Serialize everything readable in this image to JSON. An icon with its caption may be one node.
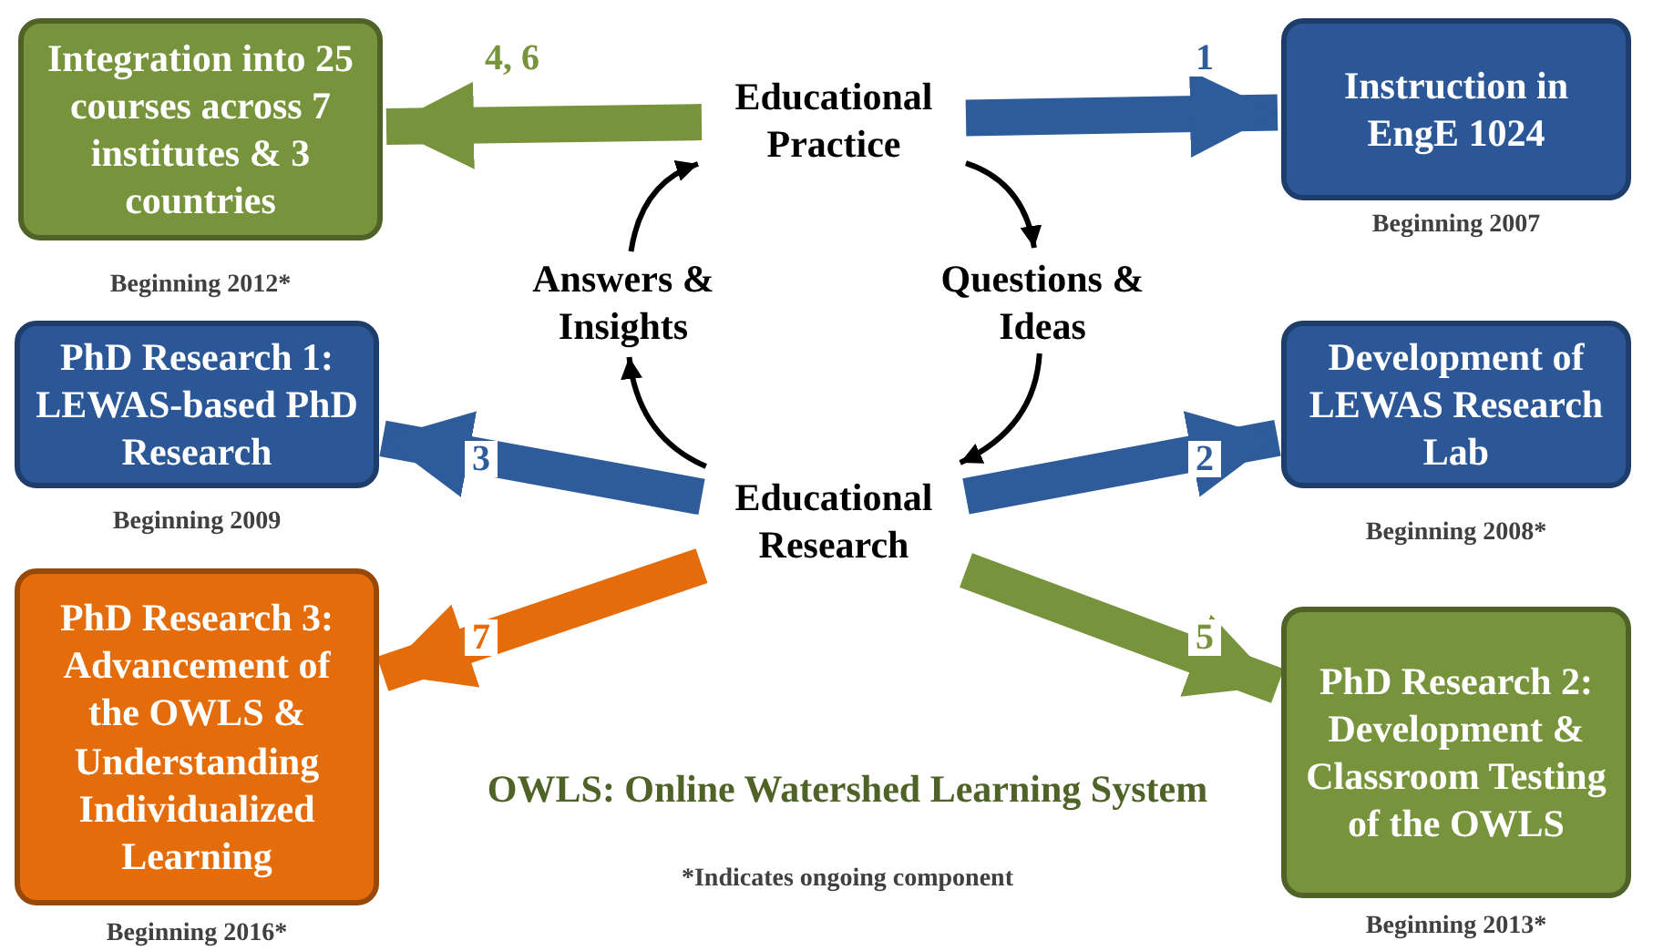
{
  "diagram": {
    "nodes": [
      {
        "text": [
          "Integration into 25 courses across 7 institutes & 3 countries"
        ],
        "beside": [
          "Beginning 2012*"
        ]
      },
      {
        "text": [
          "Educational Practice"
        ]
      },
      {
        "text": [
          "Instruction in EngE 1024"
        ],
        "beside": [
          "Beginning 2007"
        ]
      },
      {
        "text": [
          "Answers & Insights"
        ]
      },
      {
        "text": [
          "Questions & Ideas"
        ]
      },
      {
        "text": [
          "PhD Research 1: LEWAS-based PhD Research"
        ],
        "beside": [
          "Beginning 2009"
        ]
      },
      {
        "text": [
          "Development of LEWAS Research Lab"
        ],
        "beside": [
          "Beginning 2008*"
        ]
      },
      {
        "text": [
          "Educational Research"
        ]
      },
      {
        "text": [
          "PhD Research 3: Advancement of the OWLS & Understanding Individualized Learning"
        ],
        "beside": [
          "Beginning 2016*"
        ]
      },
      {
        "text": [
          "PhD Research 2: Development & Classroom Testing of the OWLS"
        ],
        "beside": [
          "Beginning 2013*"
        ]
      }
    ],
    "edges": [
      {
        "from": 1,
        "to": 0,
        "arrow": "to",
        "label": "4, 6",
        "color": "#77933c"
      },
      {
        "from": 1,
        "to": 2,
        "arrow": "to",
        "label": "1",
        "color": "#2e5c9a"
      },
      {
        "from": 7,
        "to": 5,
        "arrow": "to",
        "label": "3",
        "color": "#2e5c9a"
      },
      {
        "from": 7,
        "to": 6,
        "arrow": "to",
        "label": "2",
        "color": "#2e5c9a"
      },
      {
        "from": 7,
        "to": 8,
        "arrow": "to",
        "label": "7",
        "color": "#e46c0a"
      },
      {
        "from": 7,
        "to": 9,
        "arrow": "to",
        "label": "5",
        "color": "#77933c"
      },
      {
        "from": 1,
        "to": 4,
        "arrow": "to"
      },
      {
        "from": 4,
        "to": 7,
        "arrow": "to"
      },
      {
        "from": 7,
        "to": 3,
        "arrow": "to"
      },
      {
        "from": 3,
        "to": 1,
        "arrow": "to"
      }
    ],
    "labels": [
      "OWLS: Online Watershed Learning System",
      "*Indicates ongoing component"
    ]
  }
}
